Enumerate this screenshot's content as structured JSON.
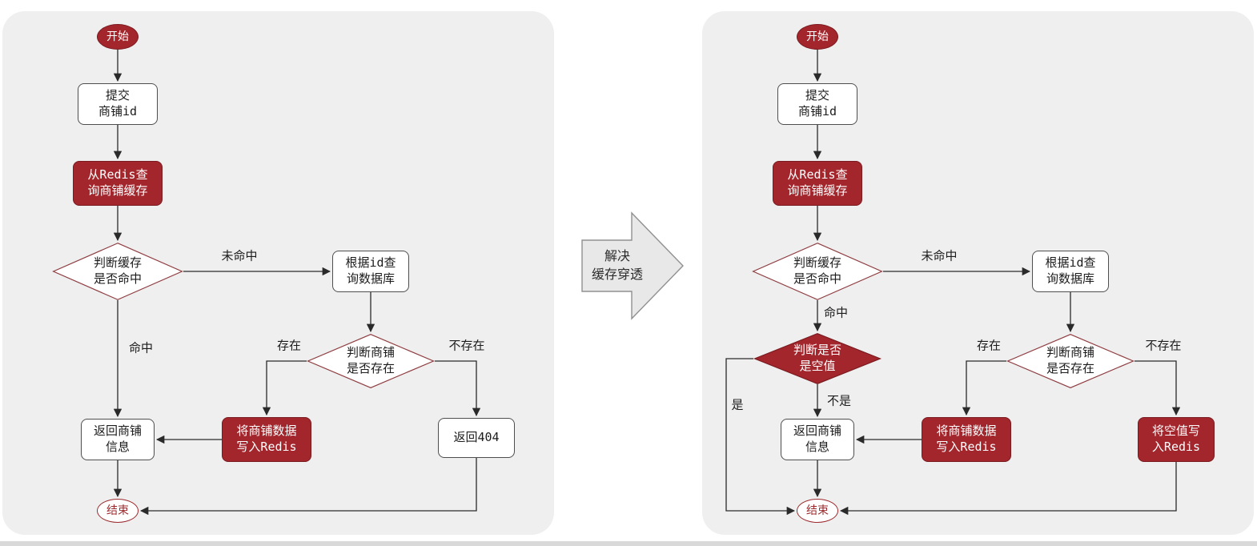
{
  "colors": {
    "node_red": "#a2262c",
    "node_red_border": "#7a1b20",
    "diamond_stroke": "#8f3e42",
    "end_red": "#9d2b2f",
    "panel_bg": "#efefef"
  },
  "left_flow": {
    "start": "开始",
    "submit": "提交\n商铺id",
    "query_redis": "从Redis查\n询商铺缓存",
    "check_cache": "判断缓存\n是否命中",
    "query_db": "根据id查\n询数据库",
    "check_shop": "判断商铺\n是否存在",
    "write_redis": "将商铺数据\n写入Redis",
    "return_shop": "返回商铺\n信息",
    "return_404": "返回404",
    "end": "结束",
    "labels": {
      "miss": "未命中",
      "hit": "命中",
      "exists": "存在",
      "not_exists": "不存在"
    }
  },
  "transition": {
    "label": "解决\n缓存穿透"
  },
  "right_flow": {
    "start": "开始",
    "submit": "提交\n商铺id",
    "query_redis": "从Redis查\n询商铺缓存",
    "check_cache": "判断缓存\n是否命中",
    "query_db": "根据id查\n询数据库",
    "check_shop": "判断商铺\n是否存在",
    "check_null": "判断是否\n是空值",
    "write_redis": "将商铺数据\n写入Redis",
    "write_null": "将空值写\n入Redis",
    "return_shop": "返回商铺\n信息",
    "end": "结束",
    "labels": {
      "miss": "未命中",
      "hit": "命中",
      "exists": "存在",
      "not_exists": "不存在",
      "yes": "是",
      "no": "不是"
    }
  }
}
